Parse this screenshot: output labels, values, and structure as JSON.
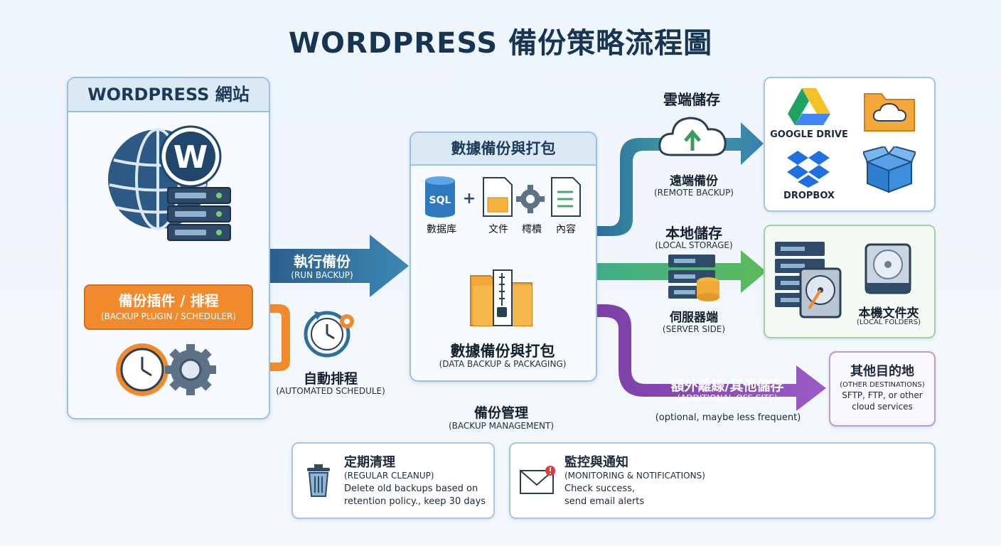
{
  "title": "WORDPRESS 備份策略流程圖",
  "site": {
    "header": "WORDPRESS 網站",
    "plugin_zh": "備份插件 / 排程",
    "plugin_en": "(BACKUP PLUGIN / SCHEDULER)"
  },
  "schedule": {
    "zh": "自動排程",
    "en": "(AUTOMATED SCHEDULE)"
  },
  "run": {
    "zh": "執行備份",
    "en": "(RUN BACKUP)"
  },
  "packaging": {
    "header": "數據備份與打包",
    "sql_icon_text": "SQL",
    "items": [
      "數据库",
      "文件",
      "樗櫝",
      "內容"
    ],
    "zh": "數據備份與打包",
    "en": "(DATA BACKUP & PACKAGING)"
  },
  "cloud": {
    "zh": "雲端儲存",
    "sub_zh": "遠端備份",
    "sub_en": "(REMOTE BACKUP)",
    "dest1": "GOOGLE DRIVE",
    "dest2": "DROPBOX"
  },
  "local": {
    "zh": "本地儲存",
    "en": "(LOCAL STORAGE)",
    "server_zh": "伺服器端",
    "server_en": "(SERVER SIDE)",
    "folders_zh": "本機文件夾",
    "folders_en": "(LOCAL FOLDERS)"
  },
  "offsite": {
    "zh": "額外離線/其他儲存",
    "en": "(ADDITIONAL OFF-SITE)",
    "note": "(optional, maybe less frequent)"
  },
  "other": {
    "zh": "其他目的地",
    "en": "(OTHER DESTINATIONS)",
    "line1": "SFTP, FTP, or other",
    "line2": "cloud services"
  },
  "management": {
    "zh": "備份管理",
    "en": "(BACKUP MANAGEMENT)",
    "cleanup": {
      "zh": "定期清理",
      "en": "(REGULAR CLEANUP)",
      "line1": "Delete old backups based on",
      "line2": "retention policy., keep 30 days"
    },
    "monitor": {
      "zh": "監控與通知",
      "en": "(MONITORING & NOTIFICATIONS)",
      "line1": "Check success,",
      "line2": "send email alerts"
    }
  },
  "colors": {
    "blue_arrow": "#2f6f9c",
    "green_arrow": "#4aa86a",
    "purple_arrow": "#8a4fb0",
    "orange": "#f08a2c"
  }
}
